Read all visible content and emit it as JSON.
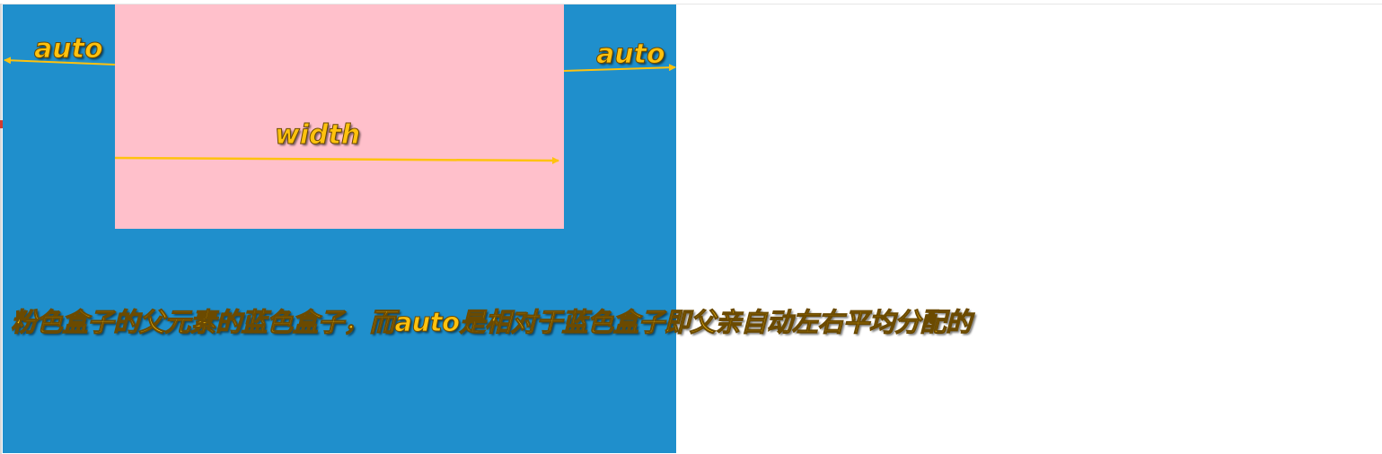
{
  "diagram": {
    "labels": {
      "auto_left": "auto",
      "auto_right": "auto",
      "width": "width",
      "caption": "粉色盒子的父元素的蓝色盒子，而auto是相对于蓝色盒子即父亲自动左右平均分配的"
    },
    "colors": {
      "parent_box": "#1f8fcc",
      "child_box": "#ffc0cb",
      "annotation": "#ffc20e",
      "page_background": "#ffffff"
    }
  }
}
